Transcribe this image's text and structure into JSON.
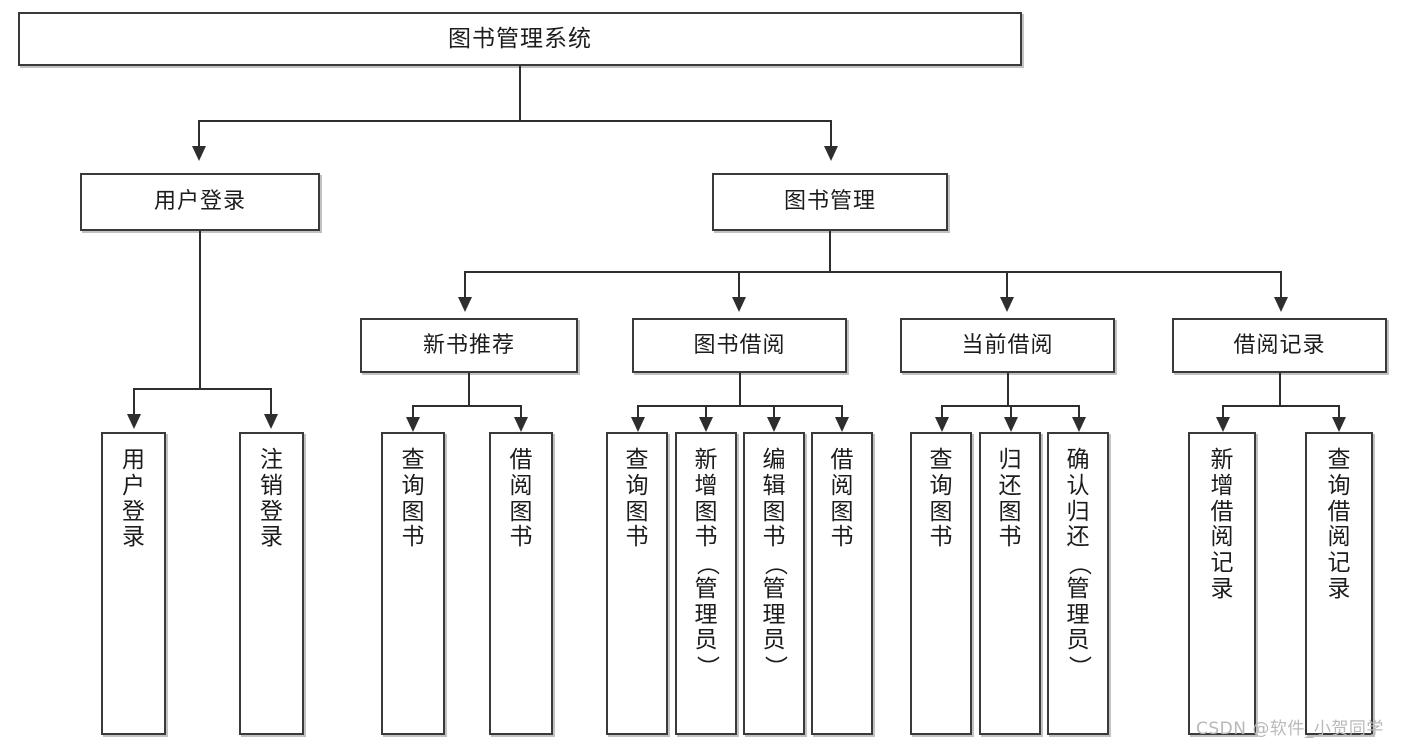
{
  "diagram": {
    "title": "图书管理系统",
    "type": "functional-decomposition-tree",
    "root": {
      "label": "图书管理系统"
    },
    "level1": [
      {
        "label": "用户登录"
      },
      {
        "label": "图书管理"
      }
    ],
    "level2": [
      {
        "label": "新书推荐",
        "parent": "图书管理"
      },
      {
        "label": "图书借阅",
        "parent": "图书管理"
      },
      {
        "label": "当前借阅",
        "parent": "图书管理"
      },
      {
        "label": "借阅记录",
        "parent": "图书管理"
      }
    ],
    "leaves": {
      "user_login": [
        {
          "label": "用户登录",
          "chars": [
            "用",
            "户",
            "登",
            "录"
          ]
        },
        {
          "label": "注销登录",
          "chars": [
            "注",
            "销",
            "登",
            "录"
          ]
        }
      ],
      "new_book_recommend": [
        {
          "label": "查询图书",
          "chars": [
            "查",
            "询",
            "图",
            "书"
          ]
        },
        {
          "label": "借阅图书",
          "chars": [
            "借",
            "阅",
            "图",
            "书"
          ]
        }
      ],
      "book_borrow": [
        {
          "label": "查询图书",
          "chars": [
            "查",
            "询",
            "图",
            "书"
          ]
        },
        {
          "label": "新增图书（管理员）",
          "chars": [
            "新",
            "增",
            "图",
            "书",
            "（",
            "管",
            "理",
            "员",
            "）"
          ]
        },
        {
          "label": "编辑图书（管理员）",
          "chars": [
            "编",
            "辑",
            "图",
            "书",
            "（",
            "管",
            "理",
            "员",
            "）"
          ]
        },
        {
          "label": "借阅图书",
          "chars": [
            "借",
            "阅",
            "图",
            "书"
          ]
        }
      ],
      "current_borrow": [
        {
          "label": "查询图书",
          "chars": [
            "查",
            "询",
            "图",
            "书"
          ]
        },
        {
          "label": "归还图书",
          "chars": [
            "归",
            "还",
            "图",
            "书"
          ]
        },
        {
          "label": "确认归还（管理员）",
          "chars": [
            "确",
            "认",
            "归",
            "还",
            "（",
            "管",
            "理",
            "员",
            "）"
          ]
        }
      ],
      "borrow_record": [
        {
          "label": "新增借阅记录",
          "chars": [
            "新",
            "增",
            "借",
            "阅",
            "记",
            "录"
          ]
        },
        {
          "label": "查询借阅记录",
          "chars": [
            "查",
            "询",
            "借",
            "阅",
            "记",
            "录"
          ]
        }
      ]
    },
    "watermark": "CSDN @软件_小贺同学",
    "colors": {
      "box_border": "#3a3a3a",
      "line": "#2e2e2e",
      "text": "#1c1c1c",
      "background": "#ffffff",
      "watermark": "#b9b9b9"
    }
  }
}
